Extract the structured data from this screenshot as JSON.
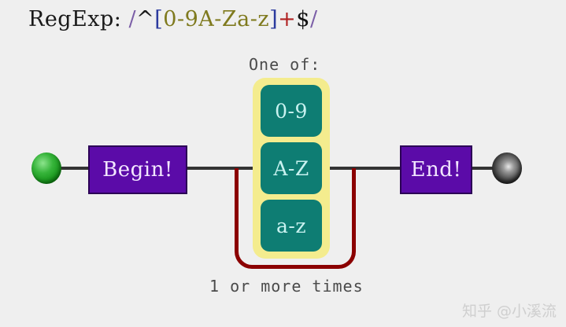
{
  "background_color": "#efefef",
  "regexp": {
    "label": "RegExp: ",
    "open_slash": "/",
    "start_anchor": "^",
    "open_bracket": "[",
    "char_class": "0-9A-Za-z",
    "close_bracket": "]",
    "quantifier": "+",
    "end_anchor": "$",
    "close_slash": "/",
    "colors": {
      "label": "#1a1a1a",
      "slash": "#7b5ea7",
      "anchor": "#1a1a1a",
      "bracket": "#2b3a9e",
      "char_class": "#7f7a1e",
      "quantifier": "#b02020",
      "dollar": "#111111"
    }
  },
  "diagram": {
    "start_node": {
      "icon": "green-circle-icon",
      "color": "#129016"
    },
    "end_node": {
      "icon": "black-circle-icon",
      "color": "#000000"
    },
    "begin_box": {
      "label": "Begin!",
      "color": "#5b0ba8",
      "text_color": "#f2e6ff"
    },
    "end_box": {
      "label": "End!",
      "color": "#5b0ba8",
      "text_color": "#f2e6ff"
    },
    "one_of": {
      "caption": "One of:",
      "container_color": "#f4ec8e",
      "option_color": "#0e7d73",
      "option_text_color": "#c9f2f0",
      "options": [
        {
          "label": "0-9"
        },
        {
          "label": "A-Z"
        },
        {
          "label": "a-z"
        }
      ]
    },
    "repeat": {
      "caption": "1 or more times",
      "loop_color": "#8b0000"
    },
    "connector_color": "#333333"
  },
  "watermark": {
    "text": "知乎 @小溪流",
    "color": "#cfcfcf"
  }
}
